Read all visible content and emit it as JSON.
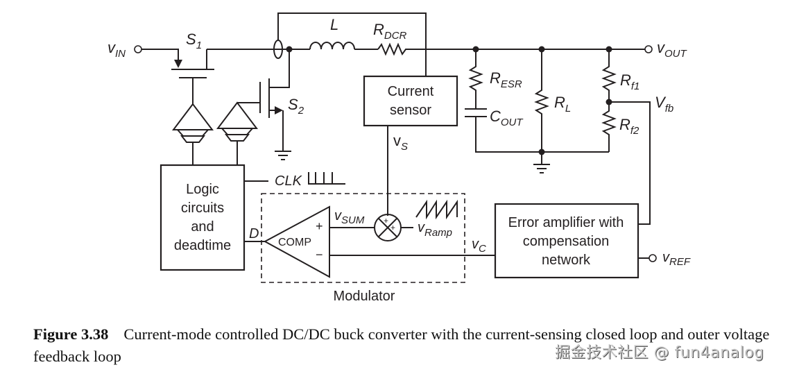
{
  "figure": {
    "number_label": "Figure 3.38",
    "caption_text": "Current-mode controlled DC/DC buck converter with the current-sensing closed loop and outer voltage feedback loop"
  },
  "watermark": "掘金技术社区 @ fun4analog",
  "labels": {
    "vin": {
      "main": "v",
      "sub": "IN"
    },
    "s1": {
      "main": "S",
      "sub": "1"
    },
    "s2": {
      "main": "S",
      "sub": "2"
    },
    "inductor": "L",
    "rdcr": {
      "main": "R",
      "sub": "DCR"
    },
    "vout": {
      "main": "v",
      "sub": "OUT"
    },
    "resr": {
      "main": "R",
      "sub": "ESR"
    },
    "cout": {
      "main": "C",
      "sub": "OUT"
    },
    "rl": {
      "main": "R",
      "sub": "L"
    },
    "rf1": {
      "main": "R",
      "sub": "f1"
    },
    "rf2": {
      "main": "R",
      "sub": "f2"
    },
    "vfb": {
      "main": "V",
      "sub": "fb"
    },
    "vs": {
      "main": "v",
      "sub": "S"
    },
    "clk": "CLK",
    "d": "D",
    "comp": "COMP",
    "plus": "+",
    "minus": "−",
    "vsum": {
      "main": "v",
      "sub": "SUM"
    },
    "vramp": {
      "main": "v",
      "sub": "Ramp"
    },
    "vc": {
      "main": "v",
      "sub": "C"
    },
    "vref": {
      "main": "v",
      "sub": "REF"
    },
    "modulator": "Modulator"
  },
  "blocks": {
    "current_sensor": [
      "Current",
      "sensor"
    ],
    "logic": [
      "Logic",
      "circuits",
      "and",
      "deadtime"
    ],
    "error_amp": [
      "Error amplifier with",
      "compensation",
      "network"
    ]
  }
}
